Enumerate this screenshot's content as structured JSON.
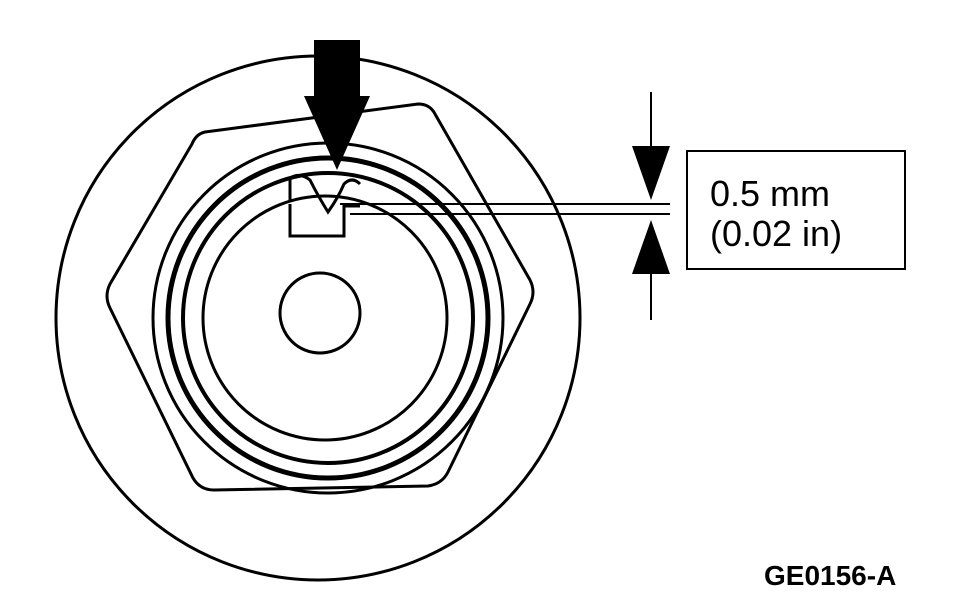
{
  "dimension": {
    "metric": "0.5 mm",
    "imperial": "(0.02 in)"
  },
  "reference_code": "GE0156-A",
  "colors": {
    "line": "#000000",
    "background": "#ffffff"
  }
}
